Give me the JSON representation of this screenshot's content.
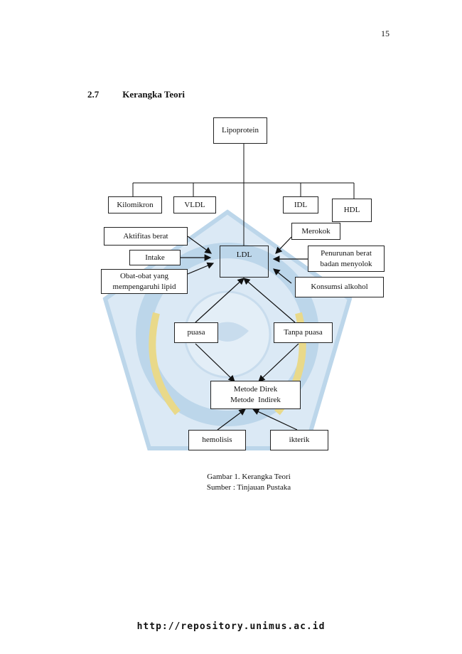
{
  "page": {
    "number": "15"
  },
  "section": {
    "number": "2.7",
    "title": "Kerangka Teori"
  },
  "diagram": {
    "root": "Lipoprotein",
    "types": [
      "Kilomikron",
      "VLDL",
      "IDL",
      "HDL"
    ],
    "center": "LDL",
    "left_factors": [
      "Aktifitas berat",
      "Intake",
      "Obat-obat yang mempengaruhi lipid"
    ],
    "right_factors": [
      "Merokok",
      "Penurunan berat badan menyolok",
      "Konsumsi alkohol"
    ],
    "conditions": [
      "puasa",
      "Tanpa puasa"
    ],
    "methods": [
      "Metode Direk",
      "Metode  Indirek"
    ],
    "interferences": [
      "hemolisis",
      "ikterik"
    ]
  },
  "caption": {
    "line1": "Gambar 1. Kerangka Teori",
    "line2": "Sumber : Tinjauan Pustaka"
  },
  "footer": {
    "url": "http://repository.unimus.ac.id"
  },
  "colors": {
    "watermark": "#bcd6ea",
    "watermark_ring": "#8fb4d6",
    "watermark_gold": "#e9d98a"
  }
}
